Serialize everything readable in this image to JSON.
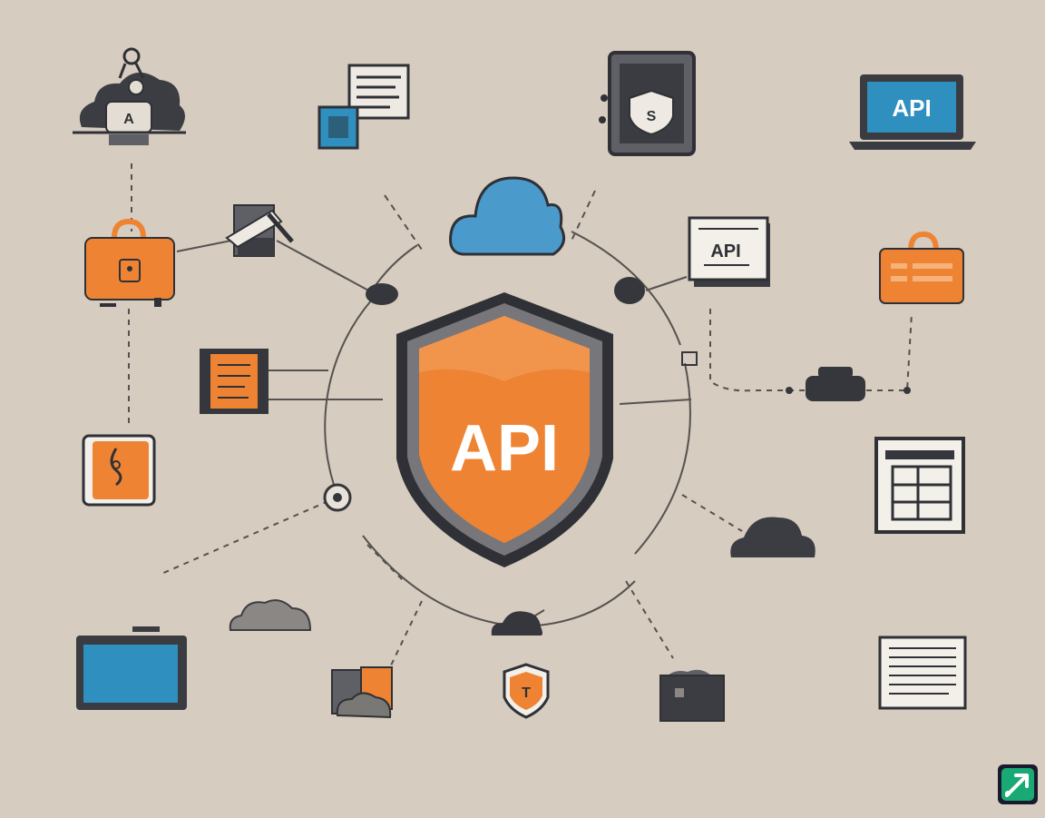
{
  "colors": {
    "background": "#d6ccc0",
    "accent_orange": "#ee8433",
    "shield_gray": "#6e6e72",
    "dark": "#2f3136",
    "cloud_blue": "#4a9bcc",
    "screen_blue": "#2f8fbf",
    "line": "#55524f"
  },
  "center_shield": {
    "label": "API"
  },
  "laptop": {
    "label": "API"
  },
  "api_card": {
    "label": "API"
  },
  "shield_doc": {
    "label": "S"
  },
  "small_shield": {
    "label": "T"
  },
  "cloud_lock": {
    "label": "A"
  },
  "corner_badge": {
    "icon": "trend-arrow"
  }
}
